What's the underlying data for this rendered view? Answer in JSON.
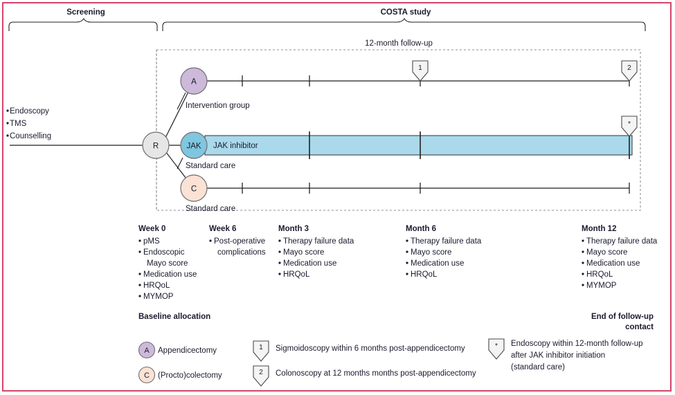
{
  "figure": {
    "border_color": "#D4456B",
    "braces": [
      {
        "label": "Screening"
      },
      {
        "label": "COSTA study"
      }
    ],
    "followup_label": "12-month follow-up"
  },
  "screening": {
    "items": [
      "Endoscopy",
      "TMS",
      "Counselling"
    ]
  },
  "randomisation": {
    "label": "R",
    "fill": "#e6e6e6"
  },
  "arms": [
    {
      "id": "intervention",
      "node_label": "A",
      "node_fill": "#cdb9d9",
      "caption": "Intervention group",
      "markers": [
        {
          "glyph": "1",
          "at": "Month 6"
        },
        {
          "glyph": "2",
          "at": "Month 12"
        }
      ]
    },
    {
      "id": "jak",
      "node_label": "JAK",
      "node_fill": "#7fc6df",
      "bar_label": "JAK inhibitor",
      "bar_fill": "#a9d9ea",
      "caption": "Standard care",
      "markers": [
        {
          "glyph": "*",
          "at": "Month 12"
        }
      ]
    },
    {
      "id": "colectomy",
      "node_label": "C",
      "node_fill": "#fbe2d4",
      "caption": "Standard care",
      "markers": []
    }
  ],
  "timepoints": [
    {
      "title": "Week 0",
      "items": [
        "pMS",
        "Endoscopic",
        "Mayo score",
        "Medication use",
        "HRQoL",
        "MYMOP"
      ],
      "bullets": [
        true,
        true,
        false,
        true,
        true,
        true
      ]
    },
    {
      "title": "Week 6",
      "items": [
        "Post-operative",
        "complications"
      ],
      "bullets": [
        true,
        false
      ]
    },
    {
      "title": "Month 3",
      "items": [
        "Therapy failure data",
        "Mayo score",
        "Medication use",
        "HRQoL"
      ],
      "bullets": [
        true,
        true,
        true,
        true
      ]
    },
    {
      "title": "Month 6",
      "items": [
        "Therapy failure data",
        "Mayo score",
        "Medication use",
        "HRQoL"
      ],
      "bullets": [
        true,
        true,
        true,
        true
      ]
    },
    {
      "title": "Month 12",
      "items": [
        "Therapy failure data",
        "Mayo score",
        "Medication use",
        "HRQoL",
        "MYMOP"
      ],
      "bullets": [
        true,
        true,
        true,
        true,
        true
      ]
    }
  ],
  "annotations": {
    "baseline": "Baseline allocation",
    "end_line1": "End of follow-up",
    "end_line2": "contact"
  },
  "legend": {
    "circles": [
      {
        "glyph": "A",
        "fill": "#cdb9d9",
        "label": "Appendicectomy"
      },
      {
        "glyph": "C",
        "fill": "#fbe2d4",
        "label": "(Procto)colectomy"
      }
    ],
    "shields": [
      {
        "glyph": "1",
        "lines": [
          "Sigmoidoscopy within 6 months post-appendicectomy"
        ]
      },
      {
        "glyph": "2",
        "lines": [
          "Colonoscopy at 12 months months post-appendicectomy"
        ]
      },
      {
        "glyph": "*",
        "lines": [
          "Endoscopy within 12-month follow-up",
          "after JAK inhibitor initiation",
          "(standard care)"
        ]
      }
    ]
  }
}
